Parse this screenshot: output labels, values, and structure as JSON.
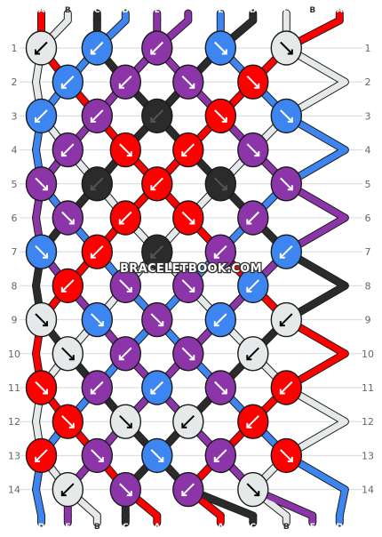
{
  "pattern": {
    "watermark": "BRACELETBOOK.COM",
    "colors": {
      "A": "#ff0000",
      "B": "#e6e9e9",
      "C": "#2b2b2b",
      "D": "#3d85f0",
      "E": "#8b35a8"
    },
    "string_labels": [
      "A",
      "B",
      "C",
      "D",
      "E",
      "E",
      "D",
      "C",
      "B",
      "A"
    ],
    "row_labels": [
      "1",
      "2",
      "3",
      "4",
      "5",
      "6",
      "7",
      "8",
      "9",
      "10",
      "11",
      "12",
      "13",
      "14"
    ],
    "knots": [
      [
        {
          "c": "B",
          "d": "sw"
        },
        {
          "c": "D",
          "d": "sw"
        },
        {
          "c": "E",
          "d": "sw"
        },
        {
          "c": "D",
          "d": "se"
        },
        {
          "c": "B",
          "d": "se"
        }
      ],
      [
        {
          "c": "D",
          "d": "sw"
        },
        {
          "c": "E",
          "d": "sw"
        },
        {
          "c": "E",
          "d": "se"
        },
        {
          "c": "A",
          "d": "se"
        }
      ],
      [
        {
          "c": "D",
          "d": "sw"
        },
        {
          "c": "E",
          "d": "sw"
        },
        {
          "c": "C",
          "d": "sw"
        },
        {
          "c": "A",
          "d": "se"
        },
        {
          "c": "D",
          "d": "se"
        }
      ],
      [
        {
          "c": "E",
          "d": "sw"
        },
        {
          "c": "A",
          "d": "se"
        },
        {
          "c": "A",
          "d": "sw"
        },
        {
          "c": "E",
          "d": "se"
        }
      ],
      [
        {
          "c": "E",
          "d": "se"
        },
        {
          "c": "C",
          "d": "sw"
        },
        {
          "c": "A",
          "d": "sw"
        },
        {
          "c": "C",
          "d": "se"
        },
        {
          "c": "E",
          "d": "se"
        }
      ],
      [
        {
          "c": "E",
          "d": "se"
        },
        {
          "c": "A",
          "d": "sw"
        },
        {
          "c": "A",
          "d": "se"
        },
        {
          "c": "E",
          "d": "sw"
        }
      ],
      [
        {
          "c": "D",
          "d": "se"
        },
        {
          "c": "A",
          "d": "sw"
        },
        {
          "c": "C",
          "d": "sw"
        },
        {
          "c": "E",
          "d": "sw"
        },
        {
          "c": "D",
          "d": "sw"
        }
      ],
      [
        {
          "c": "A",
          "d": "sw"
        },
        {
          "c": "E",
          "d": "se"
        },
        {
          "c": "E",
          "d": "se"
        },
        {
          "c": "D",
          "d": "sw"
        }
      ],
      [
        {
          "c": "B",
          "d": "se"
        },
        {
          "c": "D",
          "d": "se"
        },
        {
          "c": "E",
          "d": "se"
        },
        {
          "c": "D",
          "d": "sw"
        },
        {
          "c": "B",
          "d": "sw"
        }
      ],
      [
        {
          "c": "B",
          "d": "se"
        },
        {
          "c": "E",
          "d": "sw"
        },
        {
          "c": "E",
          "d": "se"
        },
        {
          "c": "B",
          "d": "sw"
        }
      ],
      [
        {
          "c": "A",
          "d": "se"
        },
        {
          "c": "E",
          "d": "sw"
        },
        {
          "c": "D",
          "d": "sw"
        },
        {
          "c": "E",
          "d": "se"
        },
        {
          "c": "A",
          "d": "sw"
        }
      ],
      [
        {
          "c": "A",
          "d": "se"
        },
        {
          "c": "B",
          "d": "se"
        },
        {
          "c": "B",
          "d": "sw"
        },
        {
          "c": "A",
          "d": "sw"
        }
      ],
      [
        {
          "c": "A",
          "d": "sw"
        },
        {
          "c": "E",
          "d": "se"
        },
        {
          "c": "D",
          "d": "se"
        },
        {
          "c": "E",
          "d": "sw"
        },
        {
          "c": "A",
          "d": "se"
        }
      ],
      [
        {
          "c": "B",
          "d": "sw"
        },
        {
          "c": "E",
          "d": "se"
        },
        {
          "c": "E",
          "d": "sw"
        },
        {
          "c": "B",
          "d": "se"
        }
      ]
    ]
  }
}
